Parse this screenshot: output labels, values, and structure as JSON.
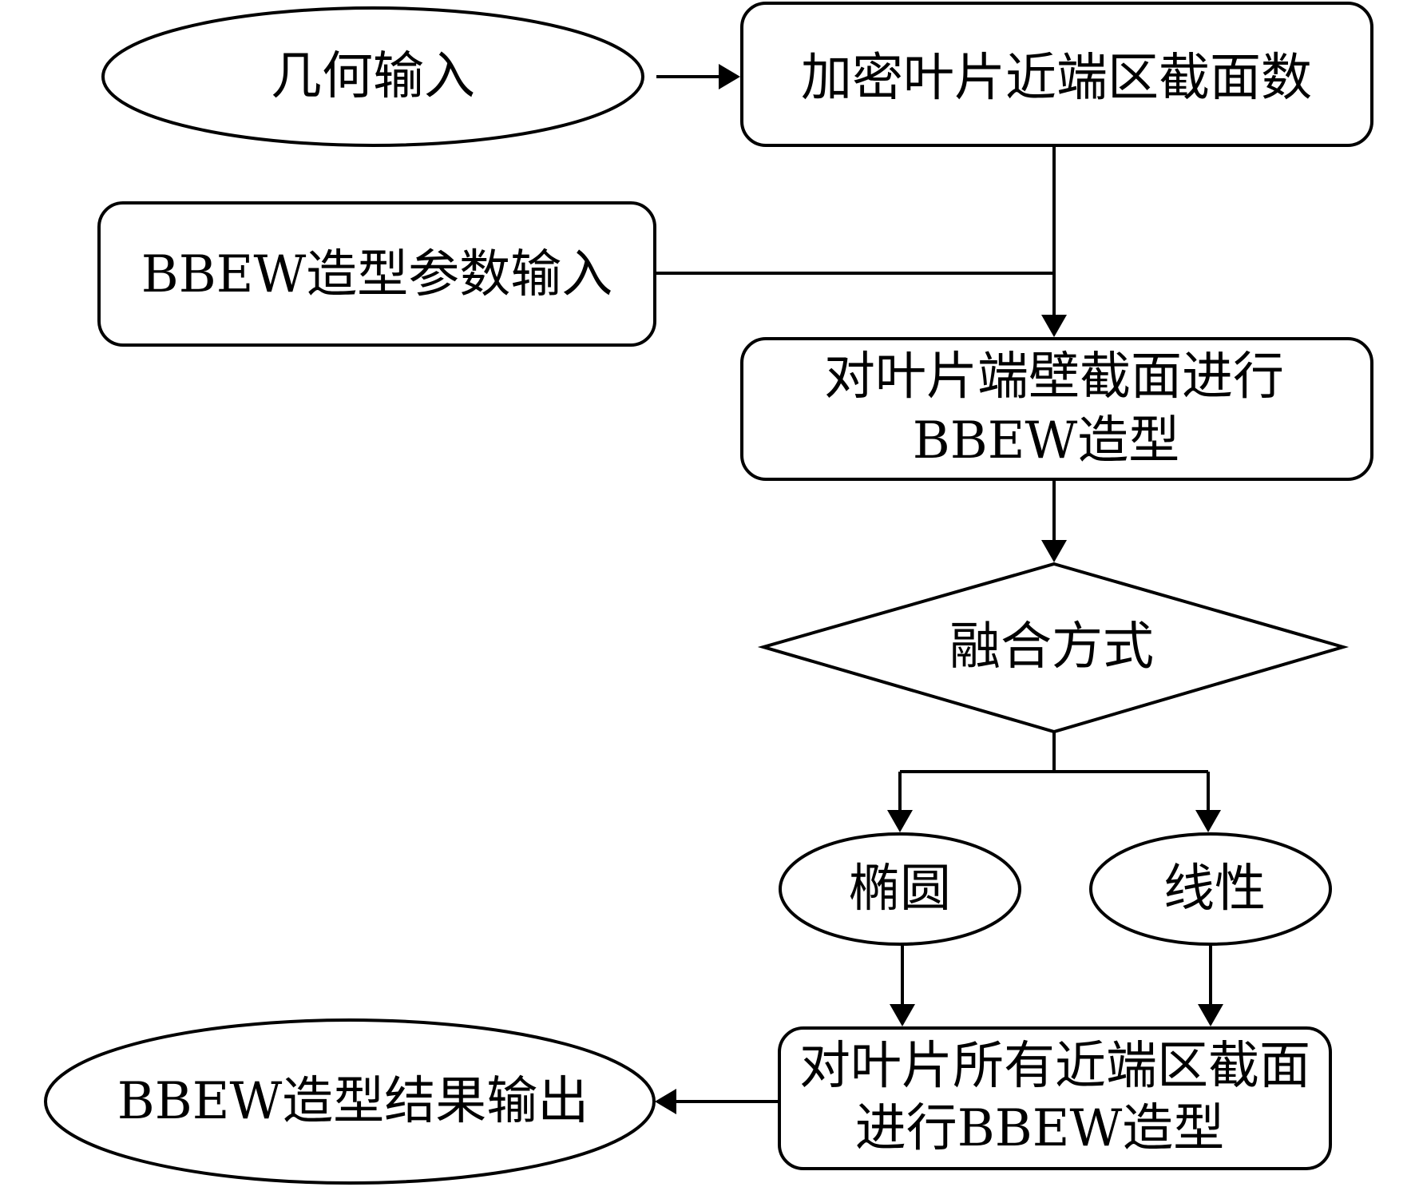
{
  "diagram": {
    "nodes": {
      "geometry_input": {
        "label": "几何输入",
        "shape": "ellipse"
      },
      "refine_sections": {
        "label": "加密叶片近端区截面数",
        "shape": "rounded-rect"
      },
      "bbew_param_input": {
        "label": "BBEW造型参数输入",
        "shape": "rounded-rect"
      },
      "endwall_bbew": {
        "line1": "对叶片端壁截面进行",
        "line2": "BBEW造型",
        "shape": "rounded-rect"
      },
      "blend_mode": {
        "label": "融合方式",
        "shape": "diamond"
      },
      "ellipse_option": {
        "label": "椭圆",
        "shape": "ellipse"
      },
      "linear_option": {
        "label": "线性",
        "shape": "ellipse"
      },
      "all_sections_bbew": {
        "line1": "对叶片所有近端区截面",
        "line2": "进行BBEW造型",
        "shape": "rounded-rect"
      },
      "result_output": {
        "label": "BBEW造型结果输出",
        "shape": "ellipse"
      }
    },
    "edges": [
      {
        "from": "geometry_input",
        "to": "refine_sections"
      },
      {
        "from": "refine_sections",
        "to": "endwall_bbew"
      },
      {
        "from": "bbew_param_input",
        "to": "endwall_bbew"
      },
      {
        "from": "endwall_bbew",
        "to": "blend_mode"
      },
      {
        "from": "blend_mode",
        "to": "ellipse_option"
      },
      {
        "from": "blend_mode",
        "to": "linear_option"
      },
      {
        "from": "ellipse_option",
        "to": "all_sections_bbew"
      },
      {
        "from": "linear_option",
        "to": "all_sections_bbew"
      },
      {
        "from": "all_sections_bbew",
        "to": "result_output"
      }
    ]
  }
}
